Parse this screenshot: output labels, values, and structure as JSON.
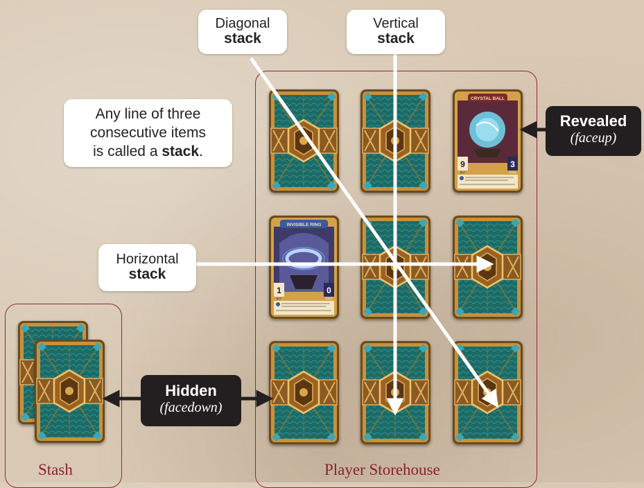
{
  "callouts": {
    "diagonal": {
      "line1": "Diagonal",
      "line2": "stack"
    },
    "vertical": {
      "line1": "Vertical",
      "line2": "stack"
    },
    "horizontal": {
      "line1": "Horizontal",
      "line2": "stack"
    },
    "definition": {
      "line1": "Any line of three",
      "line2": "consecutive items",
      "line3_prefix": "is called a ",
      "line3_bold": "stack",
      "line3_suffix": "."
    },
    "revealed": {
      "title": "Revealed",
      "subtitle": "(faceup)"
    },
    "hidden": {
      "title": "Hidden",
      "subtitle": "(facedown)"
    }
  },
  "zones": {
    "stash": "Stash",
    "storehouse": "Player Storehouse"
  },
  "cards": {
    "crystal_ball": {
      "name": "CRYSTAL BALL",
      "cost": "9",
      "value": "3",
      "cost_label": "BUY",
      "value_label": "GOLD"
    },
    "invisible_ring": {
      "name": "INVISIBLE RING",
      "cost": "1",
      "value": "0",
      "cost_label": "BUY",
      "value_label": "GOLD"
    }
  },
  "colors": {
    "zone_border": "#8a2a30",
    "card_back": "#1e6b66",
    "card_frame": "#c9913a",
    "label_dark": "#231f20"
  }
}
